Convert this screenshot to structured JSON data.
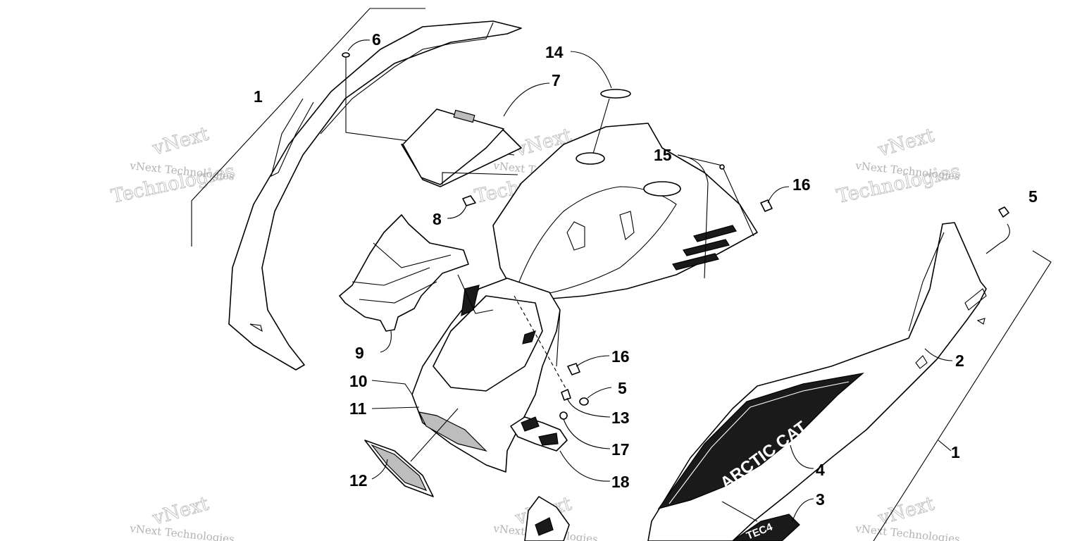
{
  "callouts": {
    "c1a": "1",
    "c1b": "1",
    "c2": "2",
    "c3": "3",
    "c4": "4",
    "c5a": "5",
    "c5b": "5",
    "c6": "6",
    "c7": "7",
    "c8": "8",
    "c9": "9",
    "c10": "10",
    "c11": "11",
    "c12": "12",
    "c13": "13",
    "c14": "14",
    "c15": "15",
    "c16a": "16",
    "c16b": "16",
    "c17": "17",
    "c18": "18"
  },
  "watermark": {
    "brand_line": "vNext Technologies",
    "big_line": "Technologies",
    "top_word": "vNext"
  },
  "decal": {
    "brand": "ARCTIC CAT",
    "model": "TEC4"
  },
  "colors": {
    "ink": "#000000",
    "watermark": "#9a9a9a",
    "decal_fill": "#1a1a1a"
  }
}
